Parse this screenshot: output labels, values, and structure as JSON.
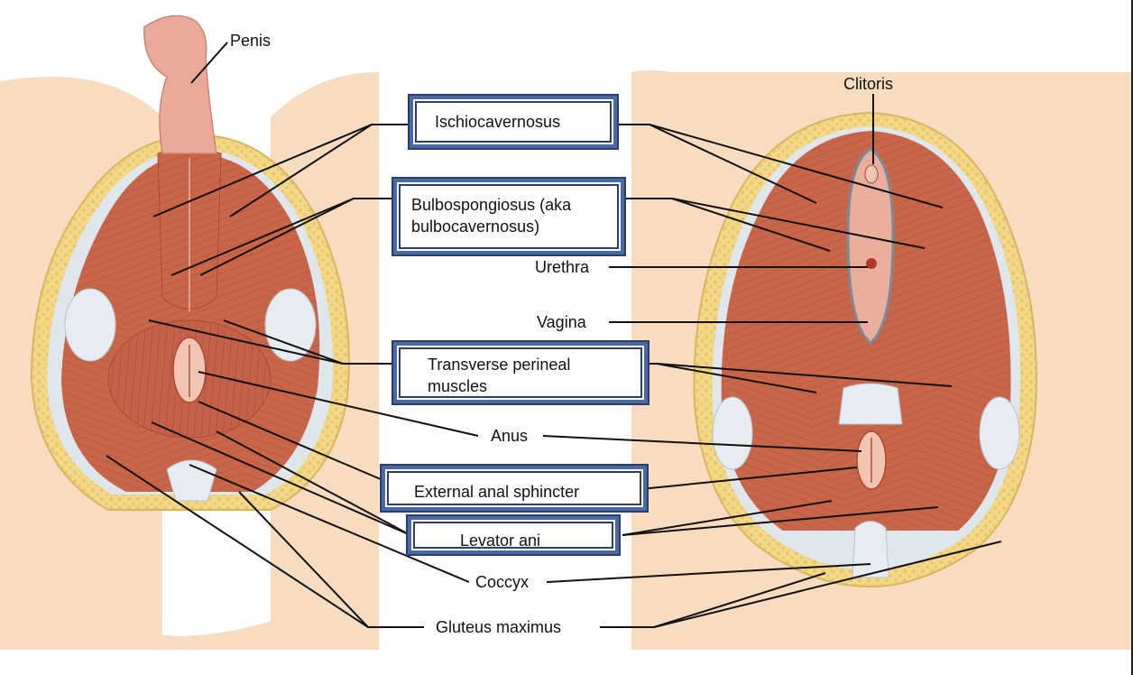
{
  "labels": {
    "penis": "Penis",
    "clitoris": "Clitoris",
    "ischiocavernosus": "Ischiocavernosus",
    "bulbospongiosus_line1": "Bulbospongiosus (aka",
    "bulbospongiosus_line2": "bulbocavernosus)",
    "urethra": "Urethra",
    "vagina": "Vagina",
    "transverse_line1": "Transverse perineal",
    "transverse_line2": "muscles",
    "anus": "Anus",
    "external_anal_sphincter": "External anal sphincter",
    "levator_ani": "Levator ani",
    "coccyx": "Coccyx",
    "gluteus_maximus": "Gluteus maximus"
  },
  "colors": {
    "skin": "#f7dcc0",
    "muscle": "#c9664a",
    "muscle_dark": "#a94a34",
    "fat": "#f2d889",
    "fascia": "#dfe6ec",
    "box_border": "#4a6aa6",
    "leader": "#111111"
  }
}
